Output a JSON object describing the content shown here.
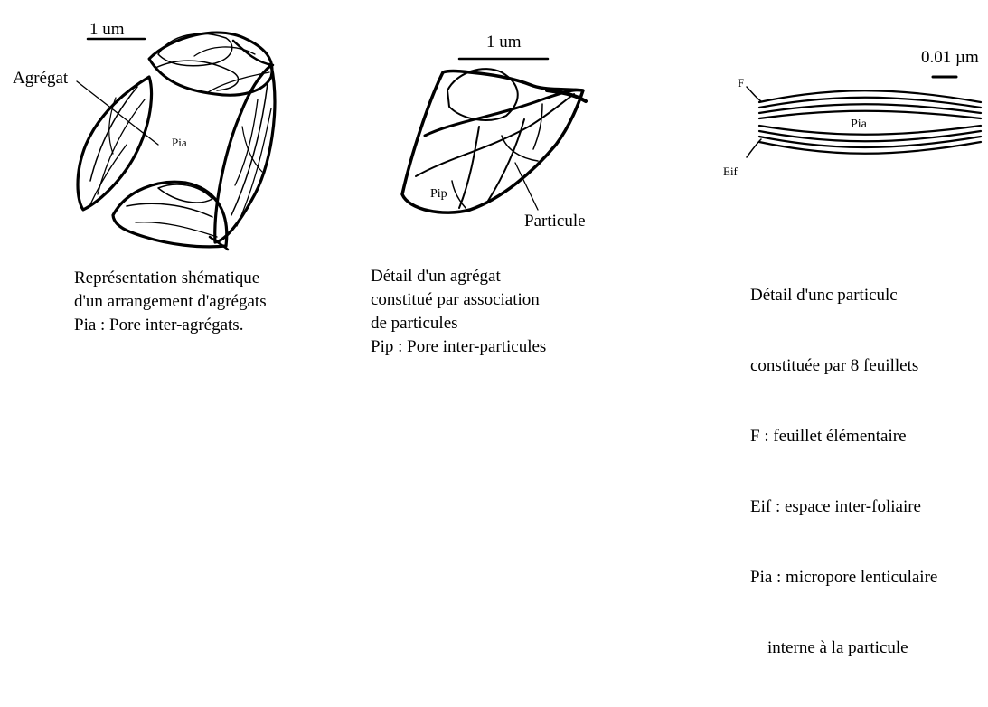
{
  "panel_left": {
    "scale_label": "1 um",
    "label_aggregate": "Agrégat",
    "label_pore": "Pia",
    "caption": [
      "Représentation shématique",
      "d'un arrangement d'agrégats",
      "Pia : Pore inter-agrégats."
    ]
  },
  "panel_middle": {
    "scale_label": "1 um",
    "label_pore": "Pip",
    "label_particle": "Particule",
    "caption": [
      "Détail d'un agrégat",
      "constitué par association",
      "de particules",
      "Pip : Pore inter-particules"
    ]
  },
  "panel_right": {
    "scale_label": "0.01 µm",
    "label_sheet": "F",
    "label_space": "Eif",
    "label_pore": "Pia",
    "caption": [
      "Détail d'unc particulc",
      "constituée par 8 feuillets",
      "F : feuillet élémentaire",
      "Eif : espace inter-foliaire",
      "Pia : micropore lenticulaire",
      "    interne à la particule"
    ]
  }
}
